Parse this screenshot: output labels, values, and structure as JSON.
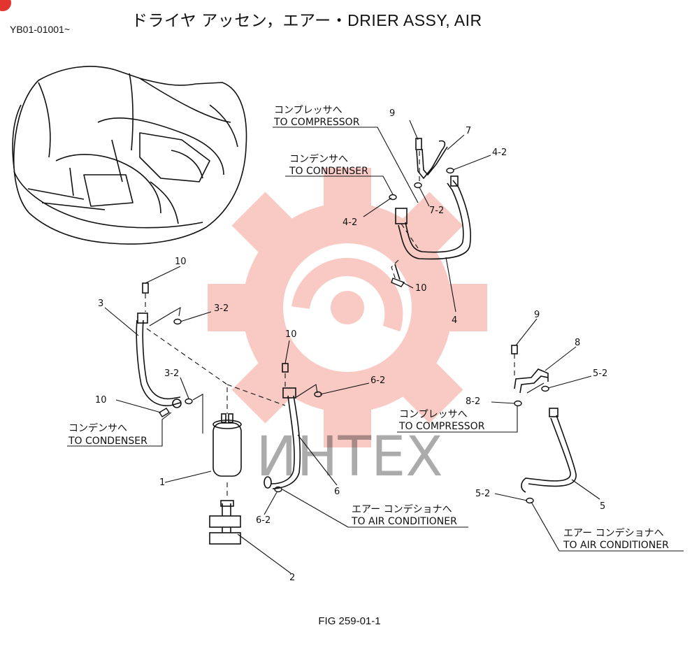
{
  "header": {
    "title": "ドライヤ アッセン，エアー・DRIER ASSY, AIR",
    "serial": "YB01-01001~"
  },
  "footer": {
    "figure": "FIG 259-01-1"
  },
  "watermark": {
    "text": "ИНТЕХ",
    "color": "#e8402e"
  },
  "destinations": {
    "compressor_upper_jp": "コンプレッサへ",
    "compressor_upper_en": "TO COMPRESSOR",
    "condenser_upper_jp": "コンデンサへ",
    "condenser_upper_en": "TO CONDENSER",
    "condenser_left_jp": "コンデンサへ",
    "condenser_left_en": "TO CONDENSER",
    "compressor_right_jp": "コンプレッサへ",
    "compressor_right_en": "TO COMPRESSOR",
    "aircon_mid_jp": "エアー コンデショナへ",
    "aircon_mid_en": "TO AIR CONDITIONER",
    "aircon_right_jp": "エアー コンデショナへ",
    "aircon_right_en": "TO AIR CONDITIONER"
  },
  "callouts": {
    "p9_top": "9",
    "p7": "7",
    "p4_2_top": "4-2",
    "p7_2": "7-2",
    "p4_2_left": "4-2",
    "p10_upper": "10",
    "p4": "4",
    "p10_left_top": "10",
    "p3": "3",
    "p3_2_top": "3-2",
    "p3_2_mid": "3-2",
    "p10_left_low": "10",
    "p1": "1",
    "p2": "2",
    "p10_mid": "10",
    "p6_2_top": "6-2",
    "p6": "6",
    "p6_2_low": "6-2",
    "p9_right": "9",
    "p8": "8",
    "p5_2_top": "5-2",
    "p8_2": "8-2",
    "p5_2_low": "5-2",
    "p5": "5"
  }
}
